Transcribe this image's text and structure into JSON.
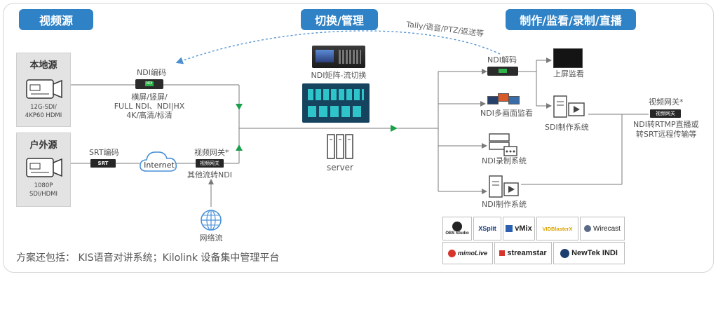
{
  "headers": {
    "sources": "视频源",
    "switch": "切换/管理",
    "production": "制作/监看/录制/直播"
  },
  "local_source": {
    "title": "本地源",
    "line1": "12G-SDI/",
    "line2": "4KP60 HDMI"
  },
  "outdoor_source": {
    "title": "户外源",
    "line1": "1080P",
    "line2": "SDI/HDMI"
  },
  "ndi_encode": {
    "label": "NDI编码",
    "device_text": "NDI",
    "d1": "横屏/竖屏/",
    "d2": "FULL NDI、NDI|HX",
    "d3": "4K/高清/标清"
  },
  "srt_encode": {
    "label": "SRT编码",
    "device_text": "SRT"
  },
  "internet": {
    "label": "Internet"
  },
  "gateway_left": {
    "label": "视频网关*",
    "tag": "视频网关",
    "sub": "其他流转NDI"
  },
  "network_stream": {
    "label": "网络流"
  },
  "feedback": {
    "label": "Tally/语音/PTZ/返送等"
  },
  "matrix": {
    "label": "NDI矩阵-流切换"
  },
  "server": {
    "label": "server"
  },
  "outputs": {
    "decoder": "NDI解码",
    "display": "上屏监看",
    "multiview": "NDI多画面监看",
    "sdi_system": "SDI制作系统",
    "recording": "NDI录制系统",
    "ndi_production": "NDI制作系统"
  },
  "gateway_right": {
    "label": "视频网关*",
    "tag": "视频网关",
    "d1": "NDI转RTMP直播或",
    "d2": "转SRT远程传输等"
  },
  "software_logos": [
    "OBS Studio",
    "XSplit",
    "vMix",
    "VIDBlasterX",
    "Wirecast",
    "mimoLive",
    "streamstar",
    "NewTek INDI"
  ],
  "footer": "方案还包括：  KIS语音对讲系统；Kilolink 设备集中管理平台",
  "colors": {
    "header": "#2f82c6",
    "arrow_green": "#1aa04a",
    "line": "#7a7a7a",
    "dash_blue": "#4a8fd0"
  }
}
